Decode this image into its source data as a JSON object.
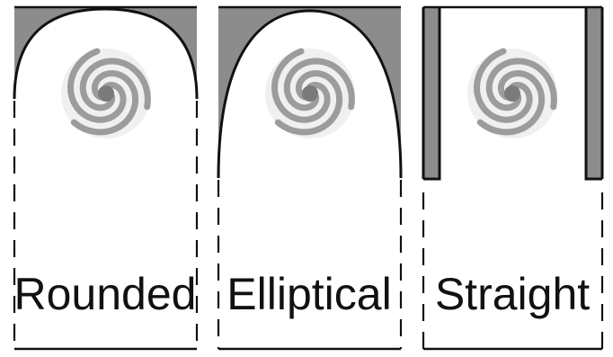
{
  "colors": {
    "background": "#ffffff",
    "cap_fill": "#8c8c8c",
    "outline": "#111111",
    "swirl": "#9c9c9c",
    "swirl_center": "#7a7a7a"
  },
  "panels": [
    {
      "label": "Rounded",
      "shape": "rounded",
      "icon": "swirl-icon"
    },
    {
      "label": "Elliptical",
      "shape": "elliptical",
      "icon": "swirl-icon"
    },
    {
      "label": "Straight",
      "shape": "straight",
      "icon": "swirl-icon"
    }
  ]
}
